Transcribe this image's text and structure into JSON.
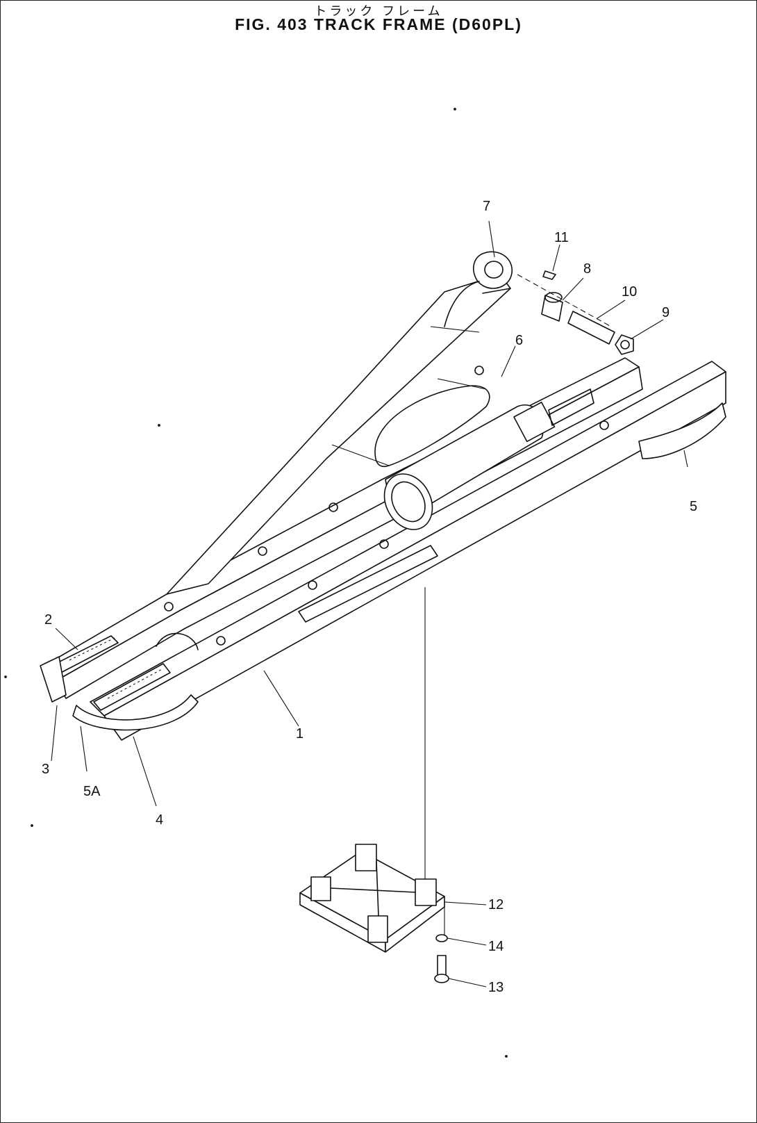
{
  "header": {
    "title_jp": "トラック フレーム",
    "title_en": "FIG. 403  TRACK  FRAME  (D60PL)"
  },
  "callouts": {
    "c1": "1",
    "c2": "2",
    "c3": "3",
    "c4": "4",
    "c5": "5",
    "c5a": "5A",
    "c6": "6",
    "c7": "7",
    "c8": "8",
    "c9": "9",
    "c10": "10",
    "c11": "11",
    "c12": "12",
    "c13": "13",
    "c14": "14"
  }
}
